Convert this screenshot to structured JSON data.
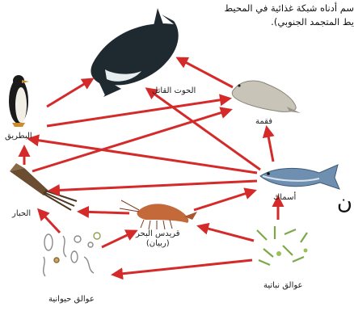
{
  "caption_lines": [
    "سم أدناه شبكة غذائية في المحيط",
    "يط المتجمد الجنوبي)."
  ],
  "labels": {
    "killer_whale": "الحوت القاتل",
    "seal": "فقمة",
    "penguin": "البطريق",
    "fish": "أسماك",
    "squid": "الحبار",
    "krill_line1": "قريدس البحر",
    "krill_line2": "(ربيان)",
    "zooplankton": "عوالق حيوانية",
    "phytoplankton": "عوالق نباتية"
  },
  "stray_char": "ن",
  "colors": {
    "arrow": "#d42a2a",
    "whale": "#1f2a30",
    "seal": "#c8c4b8",
    "fish": "#6f8fb0"
  }
}
